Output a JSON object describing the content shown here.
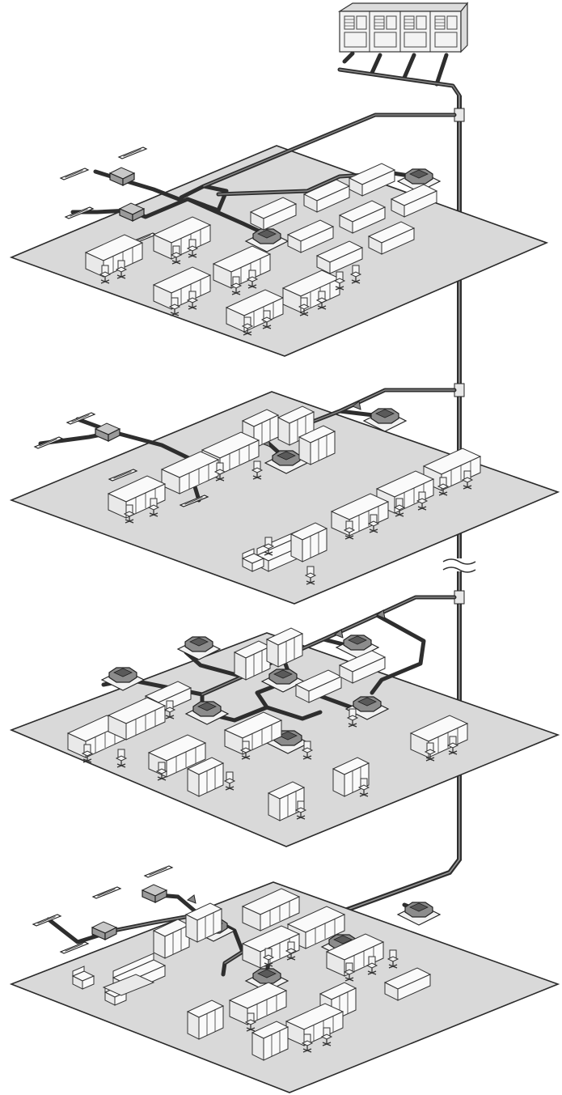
{
  "diagram": {
    "type": "vrf-air-conditioning-system",
    "floor_count": 4,
    "outdoor_unit_modules": 4,
    "riser_break_symbol": true,
    "colors": {
      "floor": "#d9d9d9",
      "pipe": "#2e2e2e",
      "background": "#ffffff",
      "cassette_top": "#8c8c8c"
    }
  }
}
